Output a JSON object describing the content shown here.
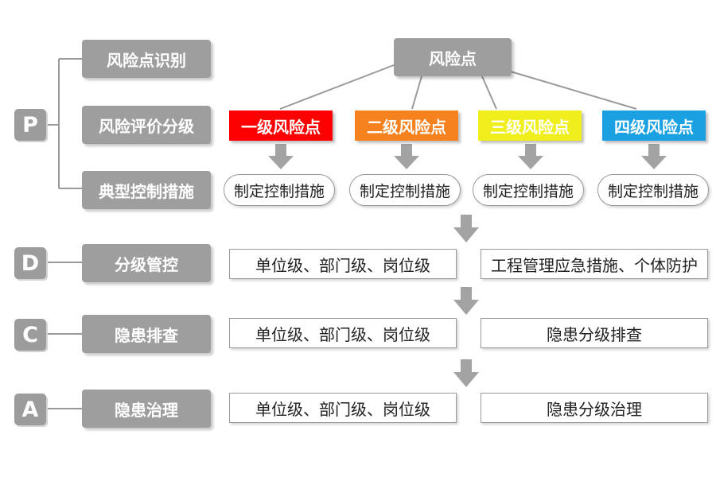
{
  "pdca": {
    "p": "P",
    "d": "D",
    "c": "C",
    "a": "A"
  },
  "steps": {
    "identify": "风险点识别",
    "evaluate": "风险评价分级",
    "measures": "典型控制措施",
    "control": "分级管控",
    "check": "隐患排查",
    "treat": "隐患治理"
  },
  "root": "风险点",
  "levels": [
    {
      "label": "一级风险点",
      "color": "#ff0000"
    },
    {
      "label": "二级风险点",
      "color": "#f5821f"
    },
    {
      "label": "三级风险点",
      "color": "#f0ee1c"
    },
    {
      "label": "四级风险点",
      "color": "#1ba1e2"
    }
  ],
  "measure_label": "制定控制措施",
  "control_row": {
    "left": "单位级、部门级、岗位级",
    "right": "工程管理应急措施、个体防护"
  },
  "check_row": {
    "left": "单位级、部门级、岗位级",
    "right": "隐患分级排查"
  },
  "treat_row": {
    "left": "单位级、部门级、岗位级",
    "right": "隐患分级治理"
  },
  "colors": {
    "box_gray": "#9e9e9e",
    "line_gray": "#9a9a9a",
    "arrow_gray": "#a3a3a3"
  }
}
